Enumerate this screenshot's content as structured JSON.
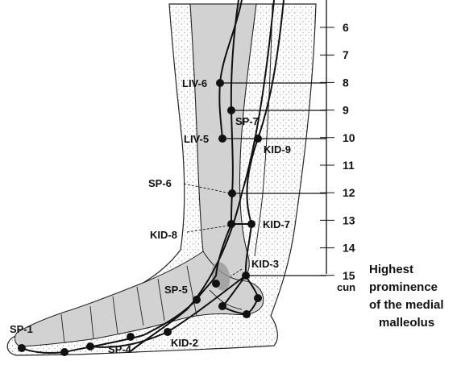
{
  "scale": {
    "ticks": [
      "6",
      "7",
      "8",
      "9",
      "10",
      "11",
      "12",
      "13",
      "14",
      "15"
    ],
    "unit": "cun"
  },
  "points": {
    "liv6": "LIV-6",
    "sp7": "SP-7",
    "liv5": "LIV-5",
    "kid9": "KID-9",
    "sp6": "SP-6",
    "kid7": "KID-7",
    "kid8": "KID-8",
    "kid3": "KID-3",
    "sp5": "SP-5",
    "sp1": "SP-1",
    "sp4": "SP-4",
    "kid2": "KID-2"
  },
  "annotation": {
    "lines": [
      "Highest",
      "prominence",
      "of the medial",
      "malleolus"
    ]
  },
  "colors": {
    "ink": "#111111",
    "bone": "#d2d2d2",
    "skin": "#ffffff",
    "stipple": "#6a6a6a",
    "malleolus": "#9a9a9a"
  }
}
